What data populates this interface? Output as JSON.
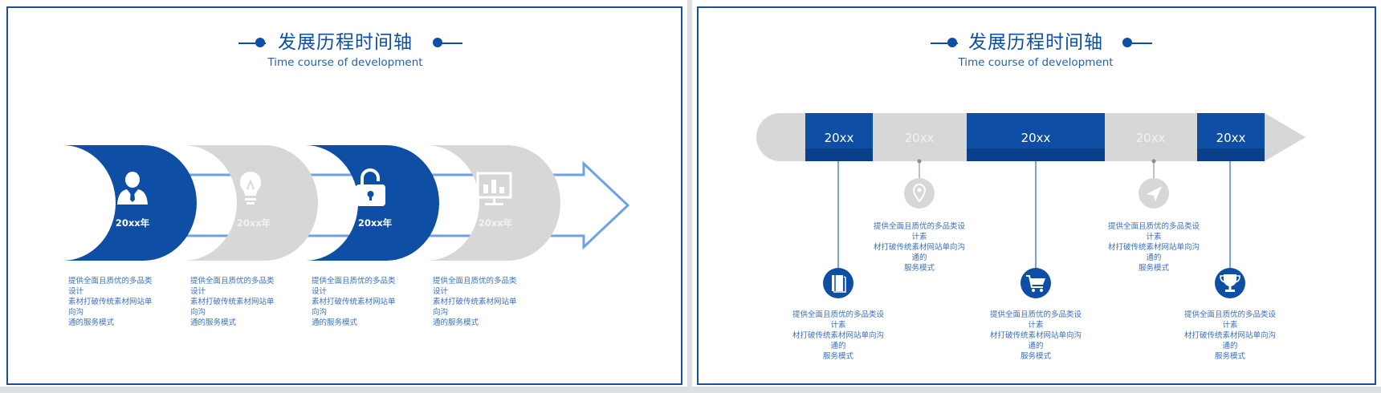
{
  "left_slide": {
    "title": "发展历程时间轴",
    "subtitle": "Time course of development",
    "steps": [
      {
        "year": "20xx年",
        "icon": "person-icon",
        "active": true,
        "desc": [
          "提供全面且质优的多品类设计",
          "素材打破传统素材网站单向沟",
          "通的服务模式"
        ]
      },
      {
        "year": "20xx年",
        "icon": "lightbulb-icon",
        "active": false,
        "desc": [
          "提供全面且质优的多品类设计",
          "素材打破传统素材网站单向沟",
          "通的服务模式"
        ]
      },
      {
        "year": "20xx年",
        "icon": "unlock-icon",
        "active": true,
        "desc": [
          "提供全面且质优的多品类设计",
          "素材打破传统素材网站单向沟",
          "通的服务模式"
        ]
      },
      {
        "year": "20xx年",
        "icon": "chart-board-icon",
        "active": false,
        "desc": [
          "提供全面且质优的多品类设计",
          "素材打破传统素材网站单向沟",
          "通的服务模式"
        ]
      }
    ]
  },
  "right_slide": {
    "title": "发展历程时间轴",
    "subtitle": "Time course of development",
    "segments": [
      {
        "label": "20xx",
        "active": true
      },
      {
        "label": "20xx",
        "active": false
      },
      {
        "label": "20xx",
        "active": true
      },
      {
        "label": "20xx",
        "active": false
      },
      {
        "label": "20xx",
        "active": true
      }
    ],
    "upper_items": [
      {
        "icon": "location-pin-icon",
        "desc": [
          "提供全面且质优的多品类设计素",
          "材打破传统素材网站单向沟通的",
          "服务模式"
        ]
      },
      {
        "icon": "paper-plane-icon",
        "desc": [
          "提供全面且质优的多品类设计素",
          "材打破传统素材网站单向沟通的",
          "服务模式"
        ]
      }
    ],
    "lower_items": [
      {
        "icon": "book-icon",
        "desc": [
          "提供全面且质优的多品类设计素",
          "材打破传统素材网站单向沟通的",
          "服务模式"
        ]
      },
      {
        "icon": "shopping-cart-icon",
        "desc": [
          "提供全面且质优的多品类设计素",
          "材打破传统素材网站单向沟通的",
          "服务模式"
        ]
      },
      {
        "icon": "trophy-icon",
        "desc": [
          "提供全面且质优的多品类设计素",
          "材打破传统素材网站单向沟通的",
          "服务模式"
        ]
      }
    ]
  },
  "colors": {
    "primary": "#0e4fa5",
    "primary_dark": "#0a3f8a",
    "gray": "#d7d7d7",
    "gray_text": "#f2f2f2",
    "arrow_outline": "#6ea1e6",
    "text_blue": "#3a6fbe"
  }
}
